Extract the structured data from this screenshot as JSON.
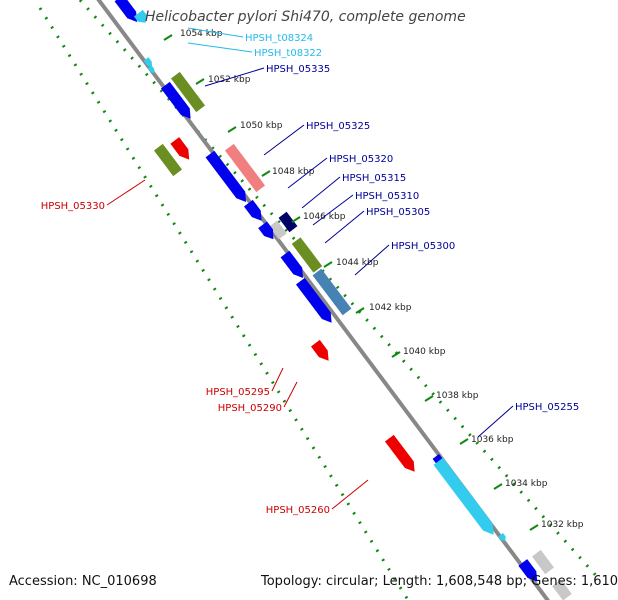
{
  "title": "Helicobacter pylori Shi470, complete genome",
  "accession_text": "Accession: NC_010698",
  "summary_text": "Topology: circular; Length: 1,608,548 bp; Genes: 1,610",
  "colors": {
    "backbone": "#888888",
    "ticks": "#118811",
    "forward_cds": "#0000ee",
    "reverse_cds": "#ee0000",
    "trna": "#33ccee",
    "olive": "#6b8e23",
    "salmon": "#f08080",
    "navy": "#000066",
    "steel": "#4682b4",
    "grey": "#c8c8c8",
    "label_blue": "#000099",
    "label_cyan": "#22bbee",
    "label_red": "#cc0000"
  },
  "kbp_ticks": [
    {
      "label": "1054 kbp"
    },
    {
      "label": "1052 kbp"
    },
    {
      "label": "1050 kbp"
    },
    {
      "label": "1048 kbp"
    },
    {
      "label": "1046 kbp"
    },
    {
      "label": "1044 kbp"
    },
    {
      "label": "1042 kbp"
    },
    {
      "label": "1040 kbp"
    },
    {
      "label": "1038 kbp"
    },
    {
      "label": "1036 kbp"
    },
    {
      "label": "1034 kbp"
    },
    {
      "label": "1032 kbp"
    }
  ],
  "gene_labels": [
    {
      "text": "HPSH_t08324",
      "kind": "trna"
    },
    {
      "text": "HPSH_t08322",
      "kind": "trna"
    },
    {
      "text": "HPSH_05335",
      "kind": "forward"
    },
    {
      "text": "HPSH_05325",
      "kind": "forward"
    },
    {
      "text": "HPSH_05320",
      "kind": "forward"
    },
    {
      "text": "HPSH_05315",
      "kind": "forward"
    },
    {
      "text": "HPSH_05310",
      "kind": "forward"
    },
    {
      "text": "HPSH_05305",
      "kind": "forward"
    },
    {
      "text": "HPSH_05300",
      "kind": "forward"
    },
    {
      "text": "HPSH_05255",
      "kind": "forward"
    },
    {
      "text": "HPSH_05330",
      "kind": "reverse"
    },
    {
      "text": "HPSH_05295",
      "kind": "reverse"
    },
    {
      "text": "HPSH_05290",
      "kind": "reverse"
    },
    {
      "text": "HPSH_05260",
      "kind": "reverse"
    }
  ]
}
